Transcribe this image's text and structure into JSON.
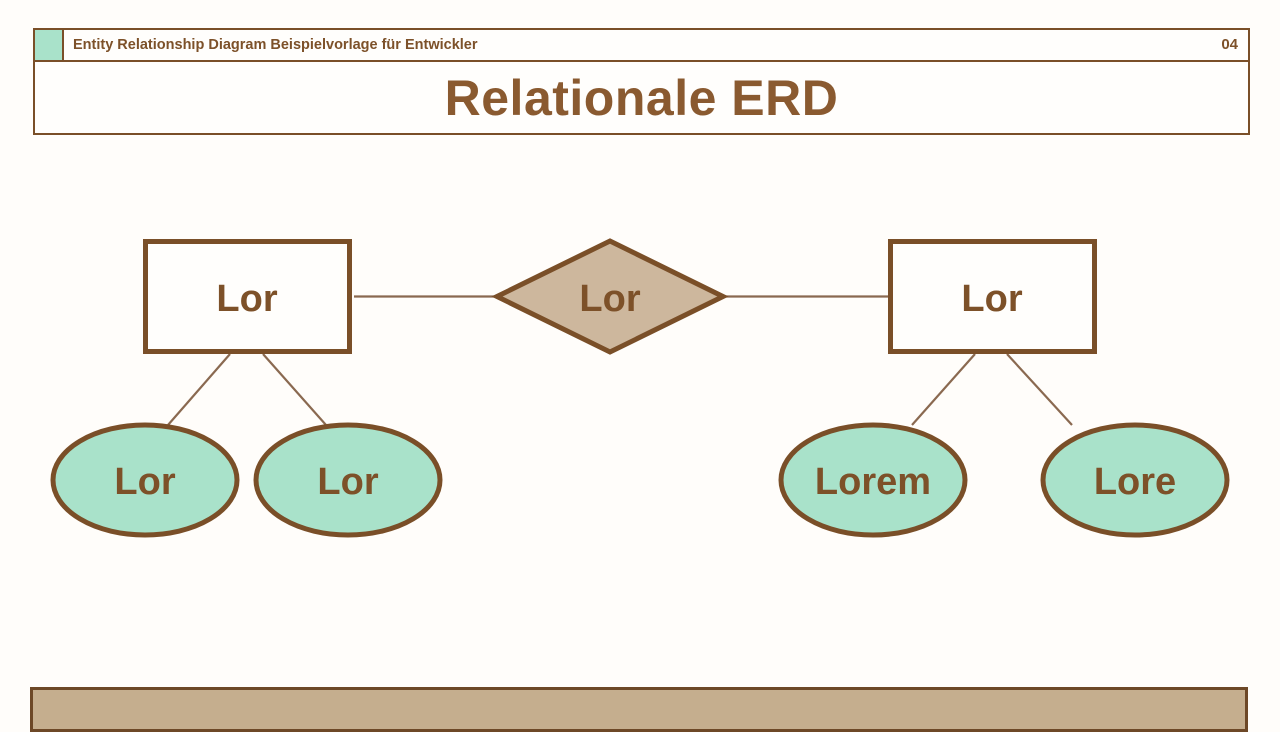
{
  "header": {
    "kicker": "Entity Relationship Diagram Beispielvorlage für Entwickler",
    "page_number": "04",
    "title": "Relationale ERD"
  },
  "diagram": {
    "entity_left": {
      "label": "Lor",
      "shape": "rectangle"
    },
    "entity_right": {
      "label": "Lor",
      "shape": "rectangle"
    },
    "relationship": {
      "label": "Lor",
      "shape": "diamond"
    },
    "attributes": [
      {
        "label": "Lor",
        "shape": "ellipse",
        "parent": "entity_left"
      },
      {
        "label": "Lor",
        "shape": "ellipse",
        "parent": "entity_left"
      },
      {
        "label": "Lorem",
        "shape": "ellipse",
        "parent": "entity_right"
      },
      {
        "label": "Lore",
        "shape": "ellipse",
        "parent": "entity_right"
      }
    ]
  },
  "colors": {
    "border_brown": "#7a4f28",
    "text_brown": "#7d5129",
    "title_brown": "#8a5a30",
    "connector_brown": "#8a6950",
    "mint_accent": "#a9e2ca",
    "diamond_tan": "#cdb79d",
    "footer_tan": "#c5ae8e",
    "background": "#fffdfa"
  }
}
